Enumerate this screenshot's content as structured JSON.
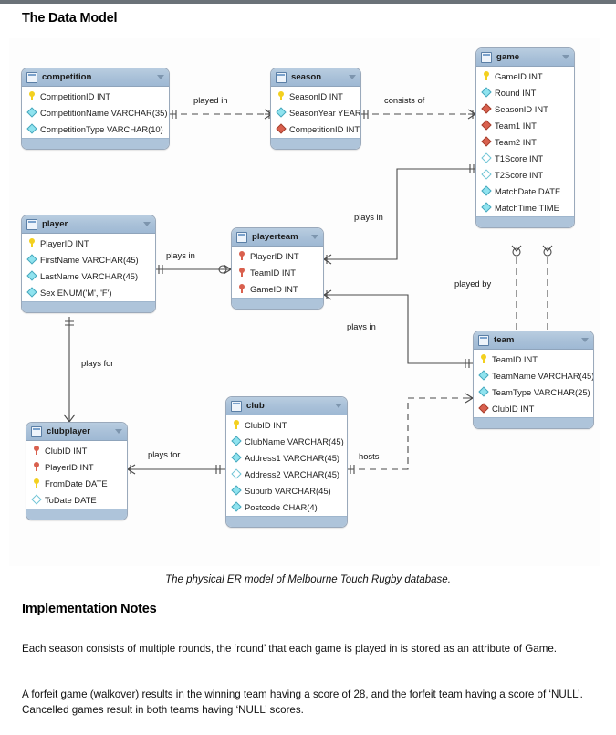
{
  "document": {
    "headings": {
      "data_model": "The Data Model",
      "implementation_notes": "Implementation Notes"
    },
    "caption": "The physical ER model of Melbourne Touch Rugby database.",
    "paragraphs": [
      "Each season consists of multiple rounds, the ‘round’ that each game is played in is stored as an attribute of Game.",
      "A forfeit game (walkover) results in the winning team having a score of 28, and the forfeit team having a score of ‘NULL’. Cancelled games result in both teams having ‘NULL’ scores."
    ]
  },
  "colors": {
    "header_gradient_top": "#b9cde0",
    "header_gradient_bottom": "#9fb9d4",
    "table_border": "#9aa9bb",
    "footer_band": "#aec4da",
    "pk_key": "#f3d01f",
    "fk_key": "#d9604e",
    "attr_diamond": "#8fe3ef",
    "fk_diamond": "#d9604e",
    "nullable_diamond": "#ffffff",
    "top_bar": "#6b7278",
    "canvas": "#fdfdfd"
  },
  "diagram": {
    "type": "entity-relationship",
    "tables": [
      {
        "id": "competition",
        "name": "competition",
        "columns": [
          {
            "glyph": "pk-key",
            "text": "CompetitionID INT"
          },
          {
            "glyph": "diamond",
            "text": "CompetitionName VARCHAR(35)"
          },
          {
            "glyph": "diamond",
            "text": "CompetitionType VARCHAR(10)"
          }
        ]
      },
      {
        "id": "season",
        "name": "season",
        "columns": [
          {
            "glyph": "pk-key",
            "text": "SeasonID INT"
          },
          {
            "glyph": "diamond",
            "text": "SeasonYear YEAR"
          },
          {
            "glyph": "fk-diamond",
            "text": "CompetitionID INT"
          }
        ]
      },
      {
        "id": "game",
        "name": "game",
        "columns": [
          {
            "glyph": "pk-key",
            "text": "GameID INT"
          },
          {
            "glyph": "diamond",
            "text": "Round INT"
          },
          {
            "glyph": "fk-diamond",
            "text": "SeasonID INT"
          },
          {
            "glyph": "fk-diamond",
            "text": "Team1 INT"
          },
          {
            "glyph": "fk-diamond",
            "text": "Team2 INT"
          },
          {
            "glyph": "nullable-diamond",
            "text": "T1Score INT"
          },
          {
            "glyph": "nullable-diamond",
            "text": "T2Score INT"
          },
          {
            "glyph": "diamond",
            "text": "MatchDate DATE"
          },
          {
            "glyph": "diamond",
            "text": "MatchTime TIME"
          }
        ]
      },
      {
        "id": "player",
        "name": "player",
        "columns": [
          {
            "glyph": "pk-key",
            "text": "PlayerID INT"
          },
          {
            "glyph": "diamond",
            "text": "FirstName VARCHAR(45)"
          },
          {
            "glyph": "diamond",
            "text": "LastName VARCHAR(45)"
          },
          {
            "glyph": "diamond",
            "text": "Sex ENUM('M', 'F')"
          }
        ]
      },
      {
        "id": "playerteam",
        "name": "playerteam",
        "columns": [
          {
            "glyph": "fk-pk-key",
            "text": "PlayerID INT"
          },
          {
            "glyph": "fk-pk-key",
            "text": "TeamID INT"
          },
          {
            "glyph": "fk-pk-key",
            "text": "GameID INT"
          }
        ]
      },
      {
        "id": "team",
        "name": "team",
        "columns": [
          {
            "glyph": "pk-key",
            "text": "TeamID INT"
          },
          {
            "glyph": "diamond",
            "text": "TeamName VARCHAR(45)"
          },
          {
            "glyph": "diamond",
            "text": "TeamType VARCHAR(25)"
          },
          {
            "glyph": "fk-diamond",
            "text": "ClubID INT"
          }
        ]
      },
      {
        "id": "club",
        "name": "club",
        "columns": [
          {
            "glyph": "pk-key",
            "text": "ClubID INT"
          },
          {
            "glyph": "diamond",
            "text": "ClubName VARCHAR(45)"
          },
          {
            "glyph": "diamond",
            "text": "Address1 VARCHAR(45)"
          },
          {
            "glyph": "nullable-diamond",
            "text": "Address2 VARCHAR(45)"
          },
          {
            "glyph": "diamond",
            "text": "Suburb VARCHAR(45)"
          },
          {
            "glyph": "diamond",
            "text": "Postcode CHAR(4)"
          }
        ]
      },
      {
        "id": "clubplayer",
        "name": "clubplayer",
        "columns": [
          {
            "glyph": "fk-pk-key",
            "text": "ClubID INT"
          },
          {
            "glyph": "fk-pk-key",
            "text": "PlayerID INT"
          },
          {
            "glyph": "pk-key",
            "text": "FromDate DATE"
          },
          {
            "glyph": "nullable-diamond",
            "text": "ToDate DATE"
          }
        ]
      }
    ],
    "relationships": [
      {
        "id": "competition-season",
        "label": "played in",
        "from": "competition",
        "to": "season",
        "style": "dashed"
      },
      {
        "id": "season-game",
        "label": "consists of",
        "from": "season",
        "to": "game",
        "style": "dashed"
      },
      {
        "id": "playerteam-game",
        "label": "plays in",
        "from": "playerteam",
        "to": "game",
        "style": "solid"
      },
      {
        "id": "player-playerteam",
        "label": "plays in",
        "from": "player",
        "to": "playerteam",
        "style": "solid"
      },
      {
        "id": "playerteam-team",
        "label": "plays in",
        "from": "playerteam",
        "to": "team",
        "style": "solid"
      },
      {
        "id": "game-team",
        "label": "played by",
        "from": "game",
        "to": "team",
        "style": "dashed"
      },
      {
        "id": "player-clubplayer",
        "label": "plays for",
        "from": "player",
        "to": "clubplayer",
        "style": "solid"
      },
      {
        "id": "clubplayer-club",
        "label": "plays for",
        "from": "clubplayer",
        "to": "club",
        "style": "solid"
      },
      {
        "id": "club-team",
        "label": "hosts",
        "from": "club",
        "to": "team",
        "style": "dashed"
      }
    ]
  }
}
